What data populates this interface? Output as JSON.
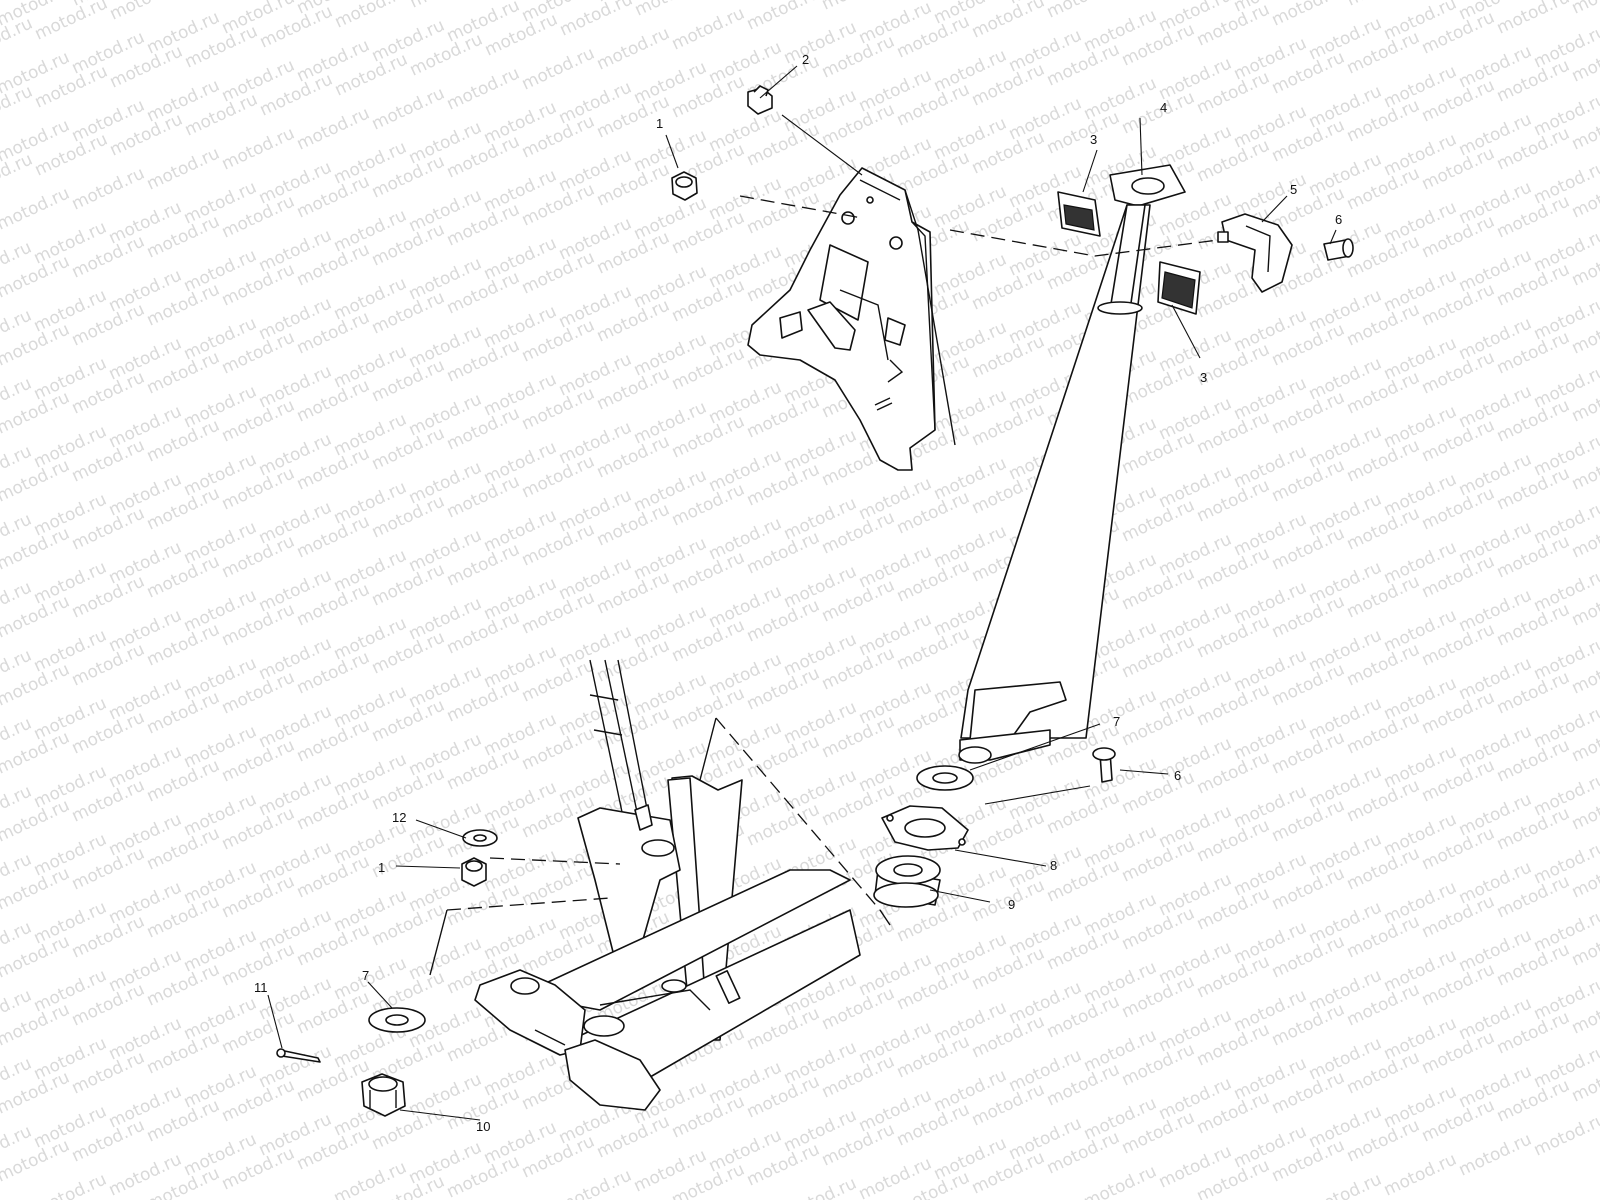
{
  "watermark": {
    "text": "motod.ru"
  },
  "callouts": {
    "c1a": "1",
    "c2": "2",
    "c3a": "3",
    "c4": "4",
    "c5": "5",
    "c6a": "6",
    "c3b": "3",
    "c7a": "7",
    "c6b": "6",
    "c8": "8",
    "c9": "9",
    "c12": "12",
    "c1b": "1",
    "c11": "11",
    "c7b": "7",
    "c10": "10"
  }
}
